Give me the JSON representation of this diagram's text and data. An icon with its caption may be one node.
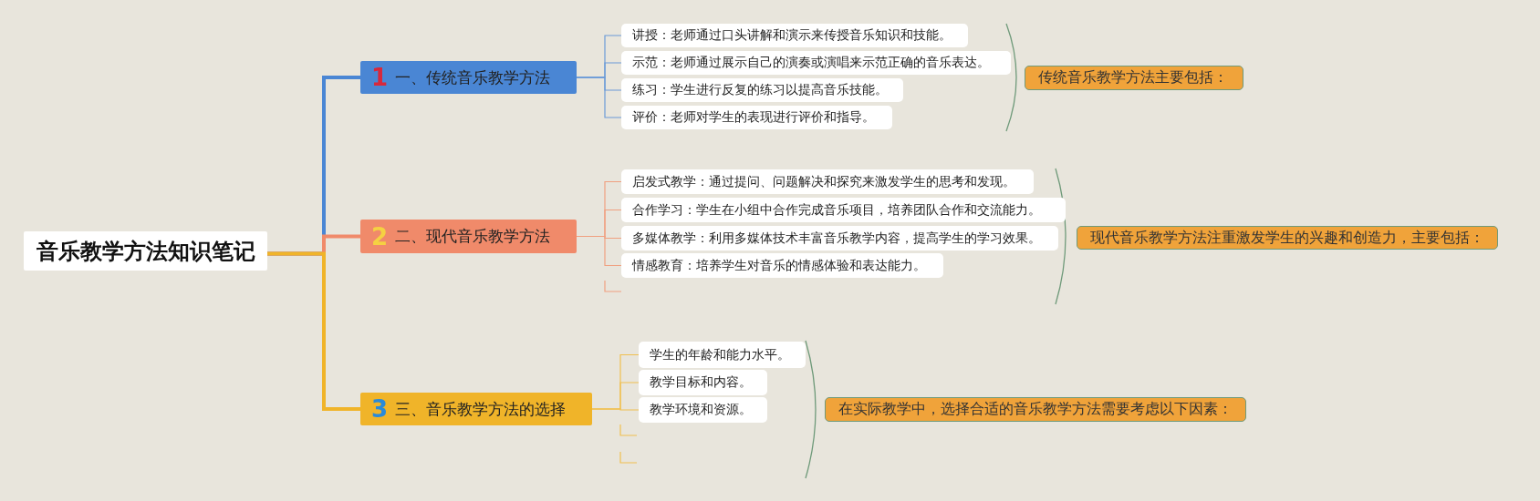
{
  "diagram": {
    "nodes": [
      {
        "text": [
          "音乐教学方法知识笔记"
        ]
      },
      {
        "text": [
          "1",
          "一、传统音乐教学方法"
        ]
      },
      {
        "text": [
          "讲授：老师通过口头讲解和演示来传授音乐知识和技能。"
        ]
      },
      {
        "text": [
          "示范：老师通过展示自己的演奏或演唱来示范正确的音乐表达。"
        ]
      },
      {
        "text": [
          "练习：学生进行反复的练习以提高音乐技能。"
        ]
      },
      {
        "text": [
          "评价：老师对学生的表现进行评价和指导。"
        ]
      },
      {
        "text": [
          "传统音乐教学方法主要包括："
        ]
      },
      {
        "text": [
          "2",
          "二、现代音乐教学方法"
        ]
      },
      {
        "text": [
          "启发式教学：通过提问、问题解决和探究来激发学生的思考和发现。"
        ]
      },
      {
        "text": [
          "合作学习：学生在小组中合作完成音乐项目，培养团队合作和交流能力。"
        ]
      },
      {
        "text": [
          "多媒体教学：利用多媒体技术丰富音乐教学内容，提高学生的学习效果。"
        ]
      },
      {
        "text": [
          "情感教育：培养学生对音乐的情感体验和表达能力。"
        ]
      },
      {
        "text": [
          "现代音乐教学方法注重激发学生的兴趣和创造力，主要包括："
        ]
      },
      {
        "text": [
          "3",
          "三、音乐教学方法的选择"
        ]
      },
      {
        "text": [
          "学生的年龄和能力水平。"
        ]
      },
      {
        "text": [
          "教学目标和内容。"
        ]
      },
      {
        "text": [
          "教学环境和资源。"
        ]
      },
      {
        "text": [
          "在实际教学中，选择合适的音乐教学方法需要考虑以下因素："
        ]
      }
    ],
    "edges": [
      {
        "from": 0,
        "to": 1,
        "arrow": "none",
        "style": "thick",
        "color": "#4a86d4"
      },
      {
        "from": 0,
        "to": 7,
        "arrow": "none",
        "style": "thick",
        "color": "#f08a6a"
      },
      {
        "from": 0,
        "to": 13,
        "arrow": "none",
        "style": "thick",
        "color": "#f0b429"
      },
      {
        "from": 1,
        "to": 2,
        "arrow": "none",
        "color": "#6a9ad8"
      },
      {
        "from": 1,
        "to": 3,
        "arrow": "none",
        "color": "#6a9ad8"
      },
      {
        "from": 1,
        "to": 4,
        "arrow": "none",
        "color": "#6a9ad8"
      },
      {
        "from": 1,
        "to": 5,
        "arrow": "none",
        "color": "#6a9ad8"
      },
      {
        "from": 7,
        "to": 8,
        "arrow": "none",
        "color": "#f0a080"
      },
      {
        "from": 7,
        "to": 9,
        "arrow": "none",
        "color": "#f0a080"
      },
      {
        "from": 7,
        "to": 10,
        "arrow": "none",
        "color": "#f0a080"
      },
      {
        "from": 7,
        "to": 11,
        "arrow": "none",
        "color": "#f0a080"
      },
      {
        "from": 13,
        "to": 14,
        "arrow": "none",
        "color": "#f0c050"
      },
      {
        "from": 13,
        "to": 15,
        "arrow": "none",
        "color": "#f0c050"
      },
      {
        "from": 13,
        "to": 16,
        "arrow": "none",
        "color": "#f0c050"
      }
    ]
  }
}
